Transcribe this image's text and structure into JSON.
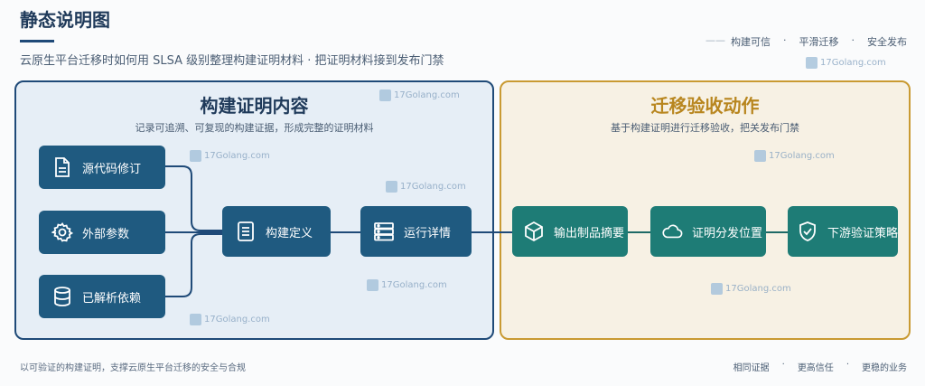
{
  "header": {
    "title": "静态说明图",
    "subtitle": "云原生平台迁移时如何用 SLSA 级别整理构建证明材料 · 把证明材料接到发布门禁",
    "tags": [
      "构建可信",
      "平滑迁移",
      "安全发布"
    ],
    "tag_prefix": "——",
    "separator": "·"
  },
  "left_panel": {
    "title": "构建证明内容",
    "subtitle": "记录可追溯、可复现的构建证据，形成完整的证明材料",
    "sources": [
      {
        "label": "源代码修订",
        "icon": "document-icon"
      },
      {
        "label": "外部参数",
        "icon": "gear-icon"
      },
      {
        "label": "已解析依赖",
        "icon": "database-icon"
      }
    ],
    "build_definition": {
      "label": "构建定义",
      "icon": "list-icon"
    },
    "run_details": {
      "label": "运行详情",
      "icon": "server-icon"
    }
  },
  "right_panel": {
    "title": "迁移验收动作",
    "subtitle": "基于构建证明进行迁移验收，把关发布门禁",
    "steps": [
      {
        "label": "输出制品摘要",
        "icon": "cube-icon"
      },
      {
        "label": "证明分发位置",
        "icon": "cloud-icon"
      },
      {
        "label": "下游验证策略",
        "icon": "shield-check-icon"
      }
    ]
  },
  "footer": {
    "left": "以可验证的构建证明，支撑云原生平台迁移的安全与合规",
    "right": [
      "相同证据",
      "更高信任",
      "更稳的业务"
    ],
    "separator": "·"
  },
  "watermark": "17Golang.com",
  "colors": {
    "navy": "#1f4a78",
    "node_dark": "#1f5a80",
    "node_teal": "#1e7c76",
    "gold": "#c99a32",
    "left_bg": "#e6eef6",
    "right_bg": "#f7f1e4"
  }
}
